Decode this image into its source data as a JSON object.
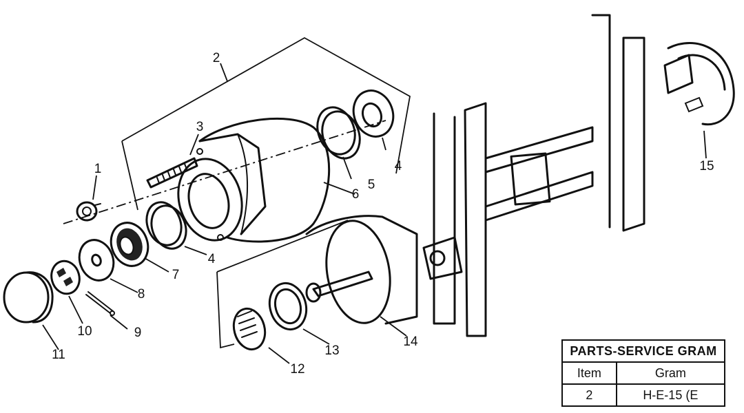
{
  "callouts": [
    "1",
    "2",
    "3",
    "4",
    "5",
    "6",
    "4",
    "7",
    "8",
    "9",
    "10",
    "11",
    "12",
    "13",
    "14",
    "15"
  ],
  "table": {
    "title": "PARTS-SERVICE GRAM",
    "headers": [
      "Item",
      "Gram"
    ],
    "rows": [
      [
        "2",
        "H-E-15 (E"
      ]
    ]
  }
}
